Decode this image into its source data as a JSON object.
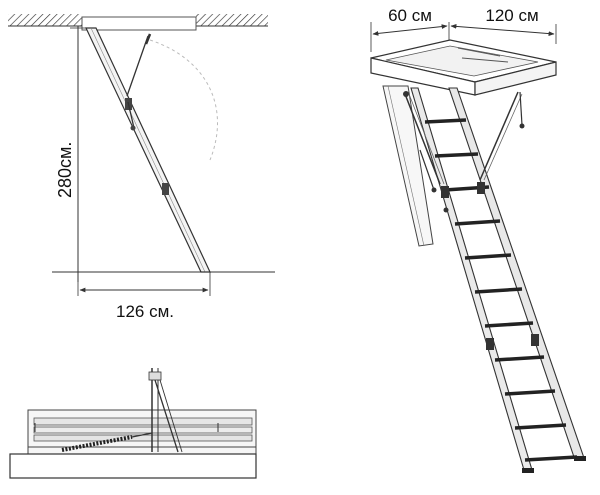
{
  "dimensions": {
    "height_label": "280см.",
    "span_label": "126 см.",
    "hatch_width_label": "60 см",
    "hatch_length_label": "120 см"
  }
}
